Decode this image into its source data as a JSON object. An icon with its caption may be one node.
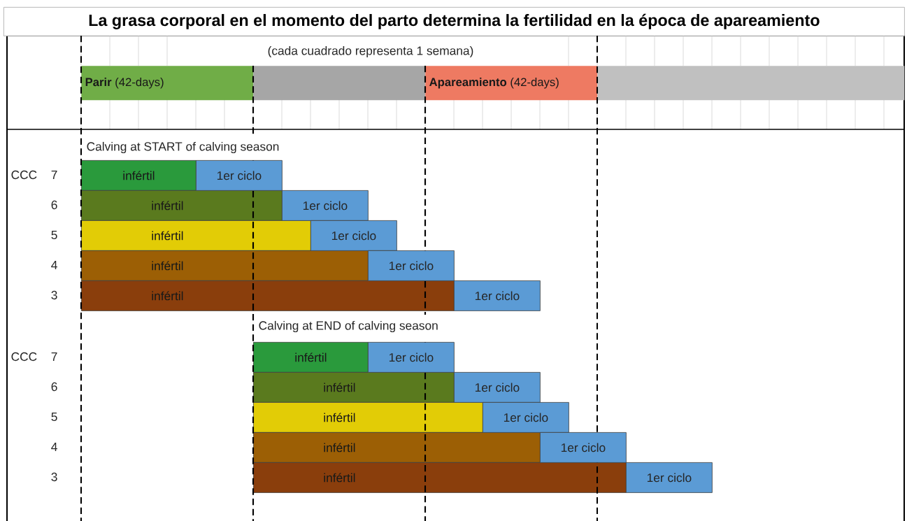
{
  "diagram": {
    "title": "La grasa corporal en el momento del parto determina la fertilidad en la época de apareamiento",
    "nodes": [
      {
        "text": [
          "**Parir** (42-days)"
        ]
      },
      {
        "text": [],
        "shape": "bar"
      },
      {
        "text": [
          "**Apareamiento** (42-days)"
        ]
      },
      {
        "text": [],
        "shape": "bar"
      },
      {
        "text": [
          "infértil"
        ]
      },
      {
        "text": [
          "1er ciclo"
        ]
      },
      {
        "text": [
          "infértil"
        ]
      },
      {
        "text": [
          "1er ciclo"
        ]
      },
      {
        "text": [
          "infértil"
        ]
      },
      {
        "text": [
          "1er ciclo"
        ]
      },
      {
        "text": [
          "infértil"
        ]
      },
      {
        "text": [
          "1er ciclo"
        ]
      },
      {
        "text": [
          "infértil"
        ]
      },
      {
        "text": [
          "1er ciclo"
        ]
      },
      {
        "text": [
          "infértil"
        ]
      },
      {
        "text": [
          "1er ciclo"
        ]
      },
      {
        "text": [
          "infértil"
        ]
      },
      {
        "text": [
          "1er ciclo"
        ]
      },
      {
        "text": [
          "infértil"
        ]
      },
      {
        "text": [
          "1er ciclo"
        ]
      },
      {
        "text": [
          "infértil"
        ]
      },
      {
        "text": [
          "1er ciclo"
        ]
      },
      {
        "text": [
          "infértil"
        ]
      },
      {
        "text": [
          "1er ciclo"
        ]
      }
    ],
    "labels": [
      "(cada cuadrado representa 1 semana)",
      "Calving at START of calving season",
      "CCC",
      "7",
      "6",
      "5",
      "4",
      "3",
      "Calving at END of calving season",
      "CCC",
      "7",
      "6",
      "5",
      "4",
      "3"
    ]
  }
}
